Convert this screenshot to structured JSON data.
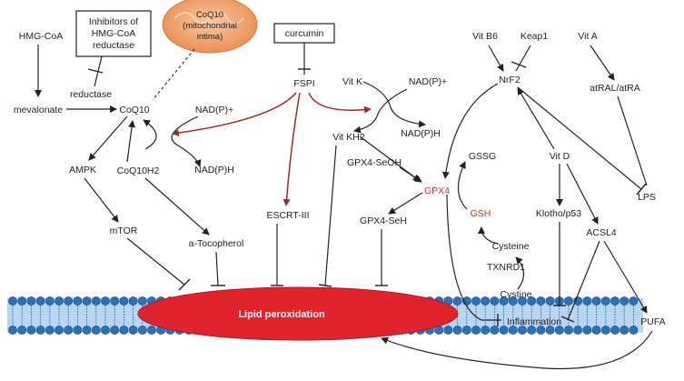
{
  "nodes": {
    "hmg_coa": "HMG-CoA",
    "inhibitors": [
      "Inhibitors of",
      "HMG-CoA",
      "reductase"
    ],
    "reductase": "reductase",
    "mevalonate": "mevalonate",
    "coq10_mito": [
      "CoQ10",
      "(mitochondrial",
      "intima)"
    ],
    "coq10": "CoQ10",
    "nadp_plus_left": "NAD(P)+",
    "coq10h2": "CoQ10H2",
    "nadph_left": "NAD(P)H",
    "ampk": "AMPK",
    "mtor": "mTOR",
    "tocopherol": "a-Tocopherol",
    "curcumin": "curcumin",
    "fsp1": "FSPI",
    "escrt": "ESCRT-III",
    "vit_k": "Vit K",
    "nadp_plus_right": "NAD(P)+",
    "vit_kh2": "Vit KH2",
    "nadph_right": "NAD(P)H",
    "gpx4_seoh": "GPX4-SeOH",
    "gpx4_seh": "GPX4-SeH",
    "gpx4": "GPX4",
    "gssg": "GSSG",
    "gsh": "GSH",
    "cysteine": "Cysteine",
    "txnrd1": "TXNRD1",
    "cystine": "Cystine",
    "vit_b6": "Vit B6",
    "keap1": "Keap1",
    "nrf2": "NrF2",
    "vit_a": "Vit A",
    "atral": "atRAL/atRA",
    "vit_d": "Vit D",
    "klotho": "Klotho/p53",
    "acsl4": "ACSL4",
    "lps": "LPS",
    "pufa": "PUFA",
    "inflammation": "Inflammation",
    "lipid_peroxidation": "Lipid peroxidation"
  },
  "colors": {
    "mitochondrion": "#f2a06a",
    "lipid_oval": "#e0242e",
    "membrane": "#2f6fb8",
    "promote_arrow": "#a32b22",
    "gpx4_text": "#c0392b"
  }
}
